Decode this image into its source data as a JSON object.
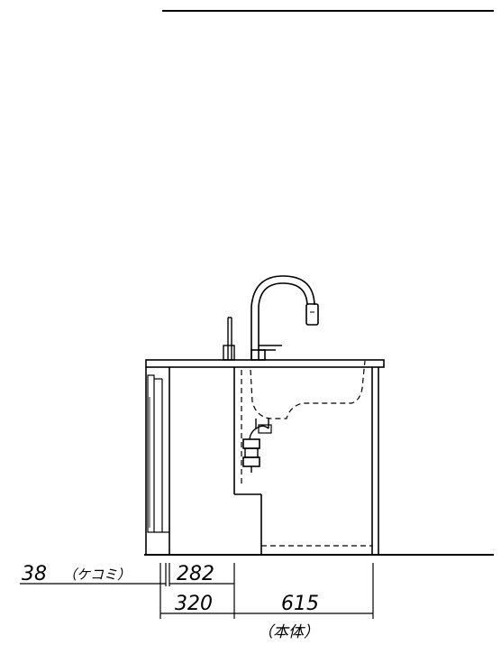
{
  "drawing": {
    "line_color": "#000000",
    "background": "#ffffff"
  },
  "dimensions": {
    "toe_kick": {
      "value": "38",
      "note": "（ケコミ）"
    },
    "panel_offset": "282",
    "left_width": "320",
    "body_width": "615",
    "body_label": "（本体）"
  }
}
